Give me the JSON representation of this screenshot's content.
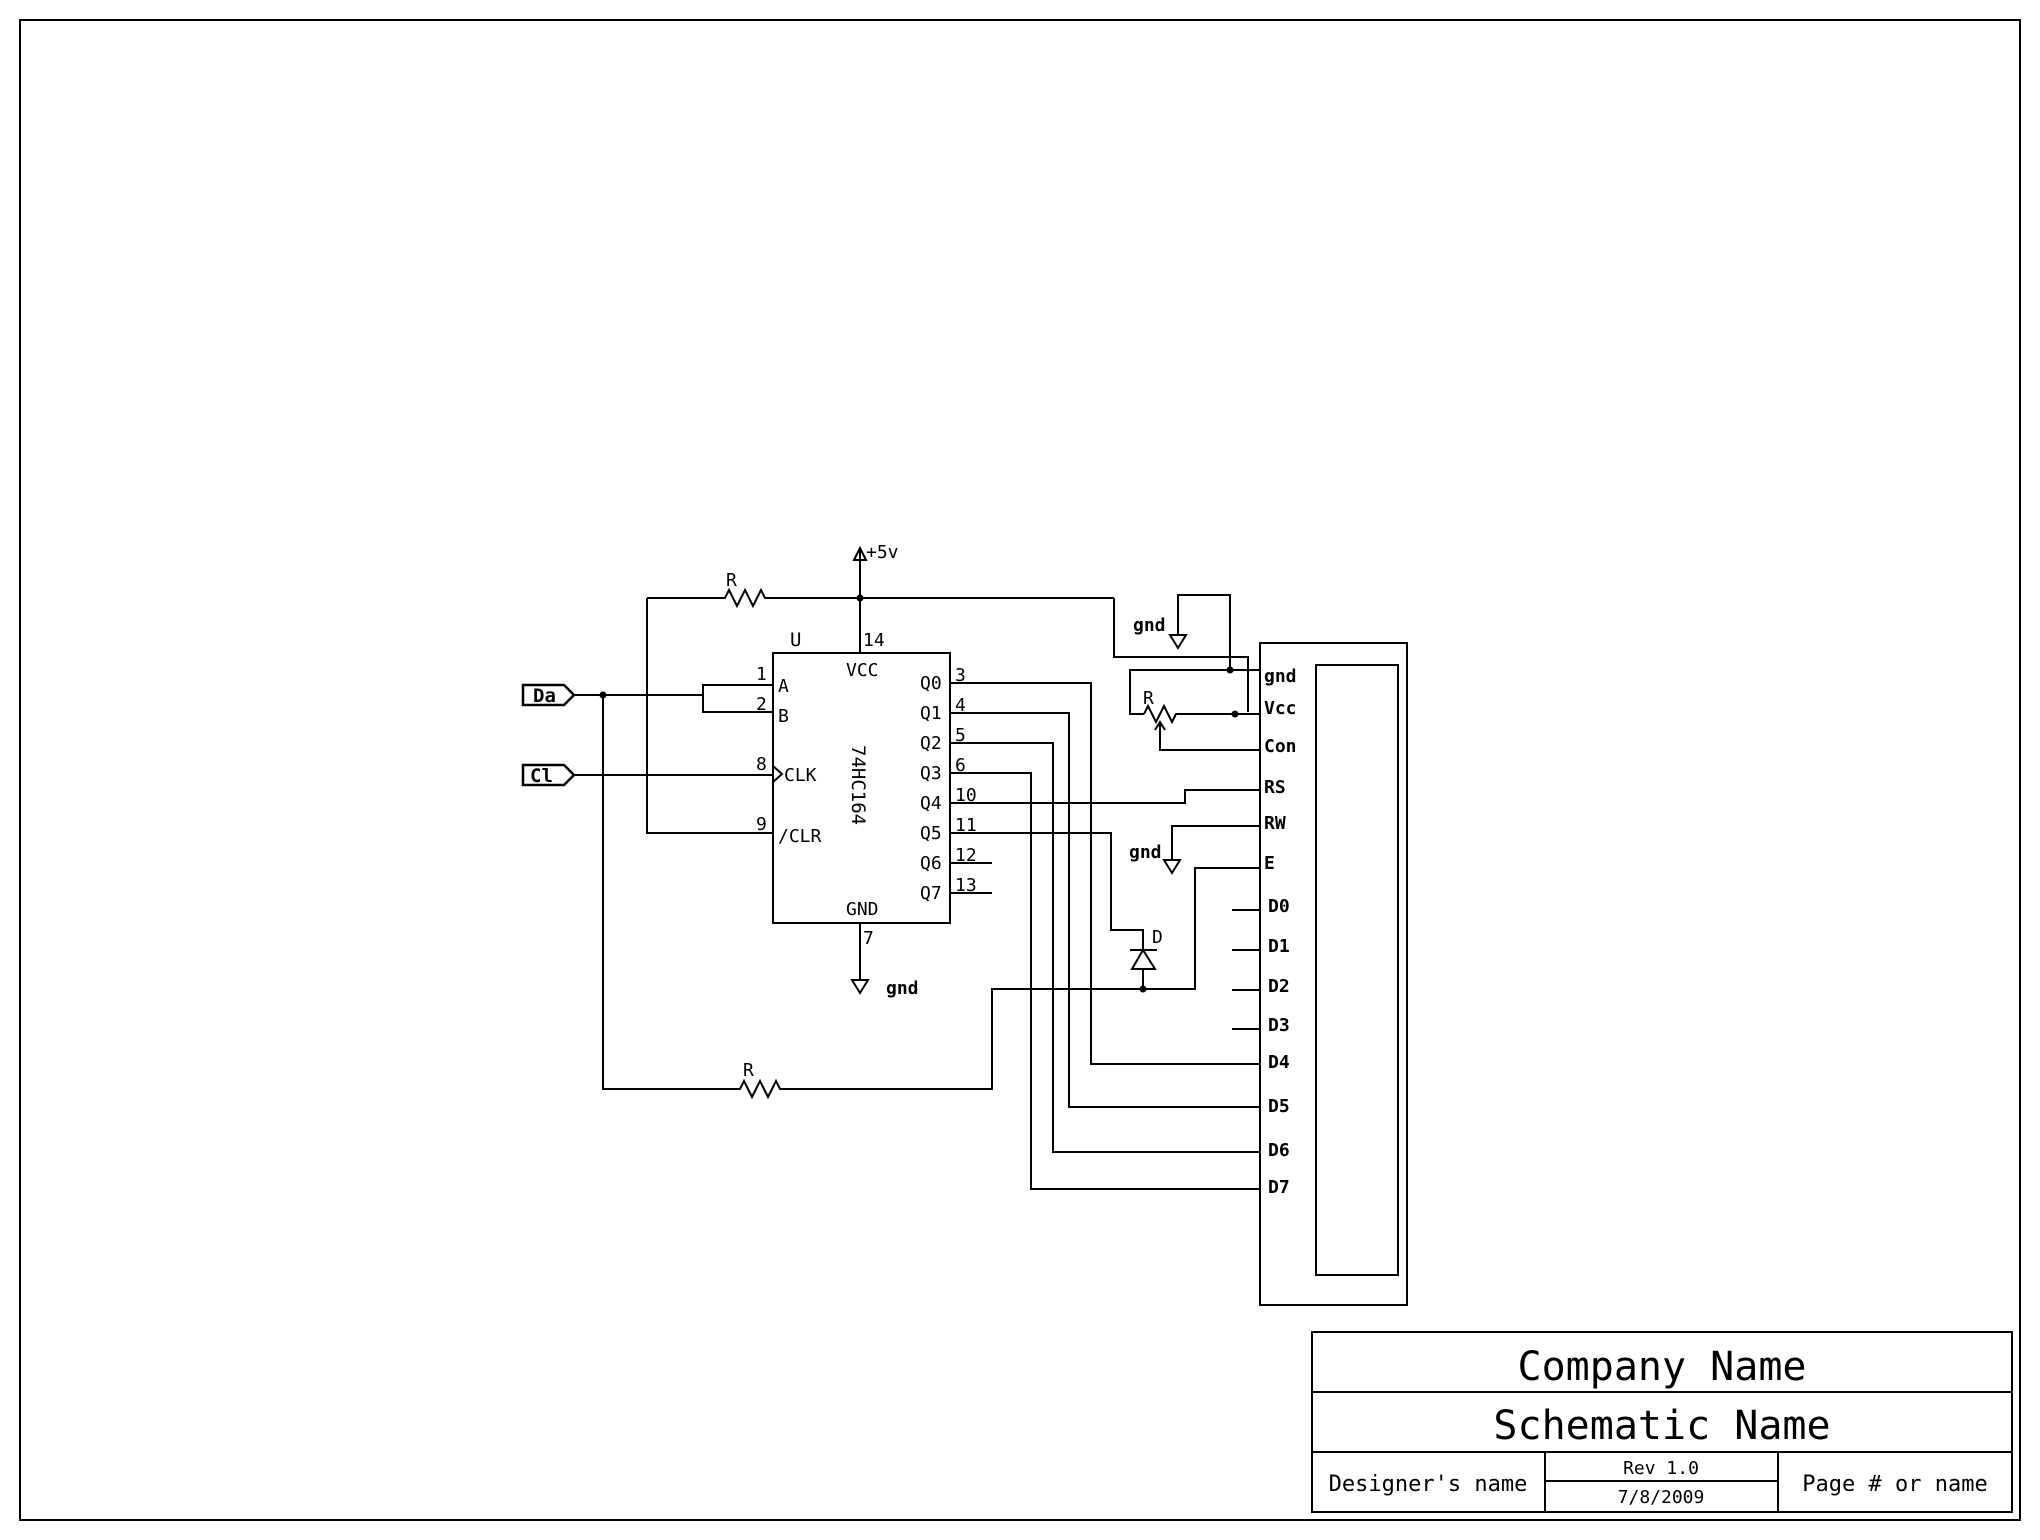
{
  "power": {
    "supply": "+5v",
    "ground": "gnd"
  },
  "shift_register": {
    "ref": "U",
    "part": "74HC164",
    "vcc_label": "VCC",
    "gnd_label": "GND",
    "vcc_pin": "14",
    "gnd_pin": "7",
    "inputs": [
      {
        "pin": "1",
        "name": "A"
      },
      {
        "pin": "2",
        "name": "B"
      },
      {
        "pin": "8",
        "name": "CLK"
      },
      {
        "pin": "9",
        "name": "/CLR"
      }
    ],
    "outputs": [
      {
        "pin": "3",
        "name": "Q0"
      },
      {
        "pin": "4",
        "name": "Q1"
      },
      {
        "pin": "5",
        "name": "Q2"
      },
      {
        "pin": "6",
        "name": "Q3"
      },
      {
        "pin": "10",
        "name": "Q4"
      },
      {
        "pin": "11",
        "name": "Q5"
      },
      {
        "pin": "12",
        "name": "Q6"
      },
      {
        "pin": "13",
        "name": "Q7"
      }
    ]
  },
  "ports": {
    "data": "Da",
    "clock": "Cl"
  },
  "components": {
    "resistor": "R",
    "diode": "D"
  },
  "lcd_pins": [
    "gnd",
    "Vcc",
    "Con",
    "RS",
    "RW",
    "E",
    "D0",
    "D1",
    "D2",
    "D3",
    "D4",
    "D5",
    "D6",
    "D7"
  ],
  "title_block": {
    "company": "Company Name",
    "schematic": "Schematic Name",
    "designer": "Designer's name",
    "revision": "Rev 1.0",
    "date": "7/8/2009",
    "page": "Page # or name"
  }
}
